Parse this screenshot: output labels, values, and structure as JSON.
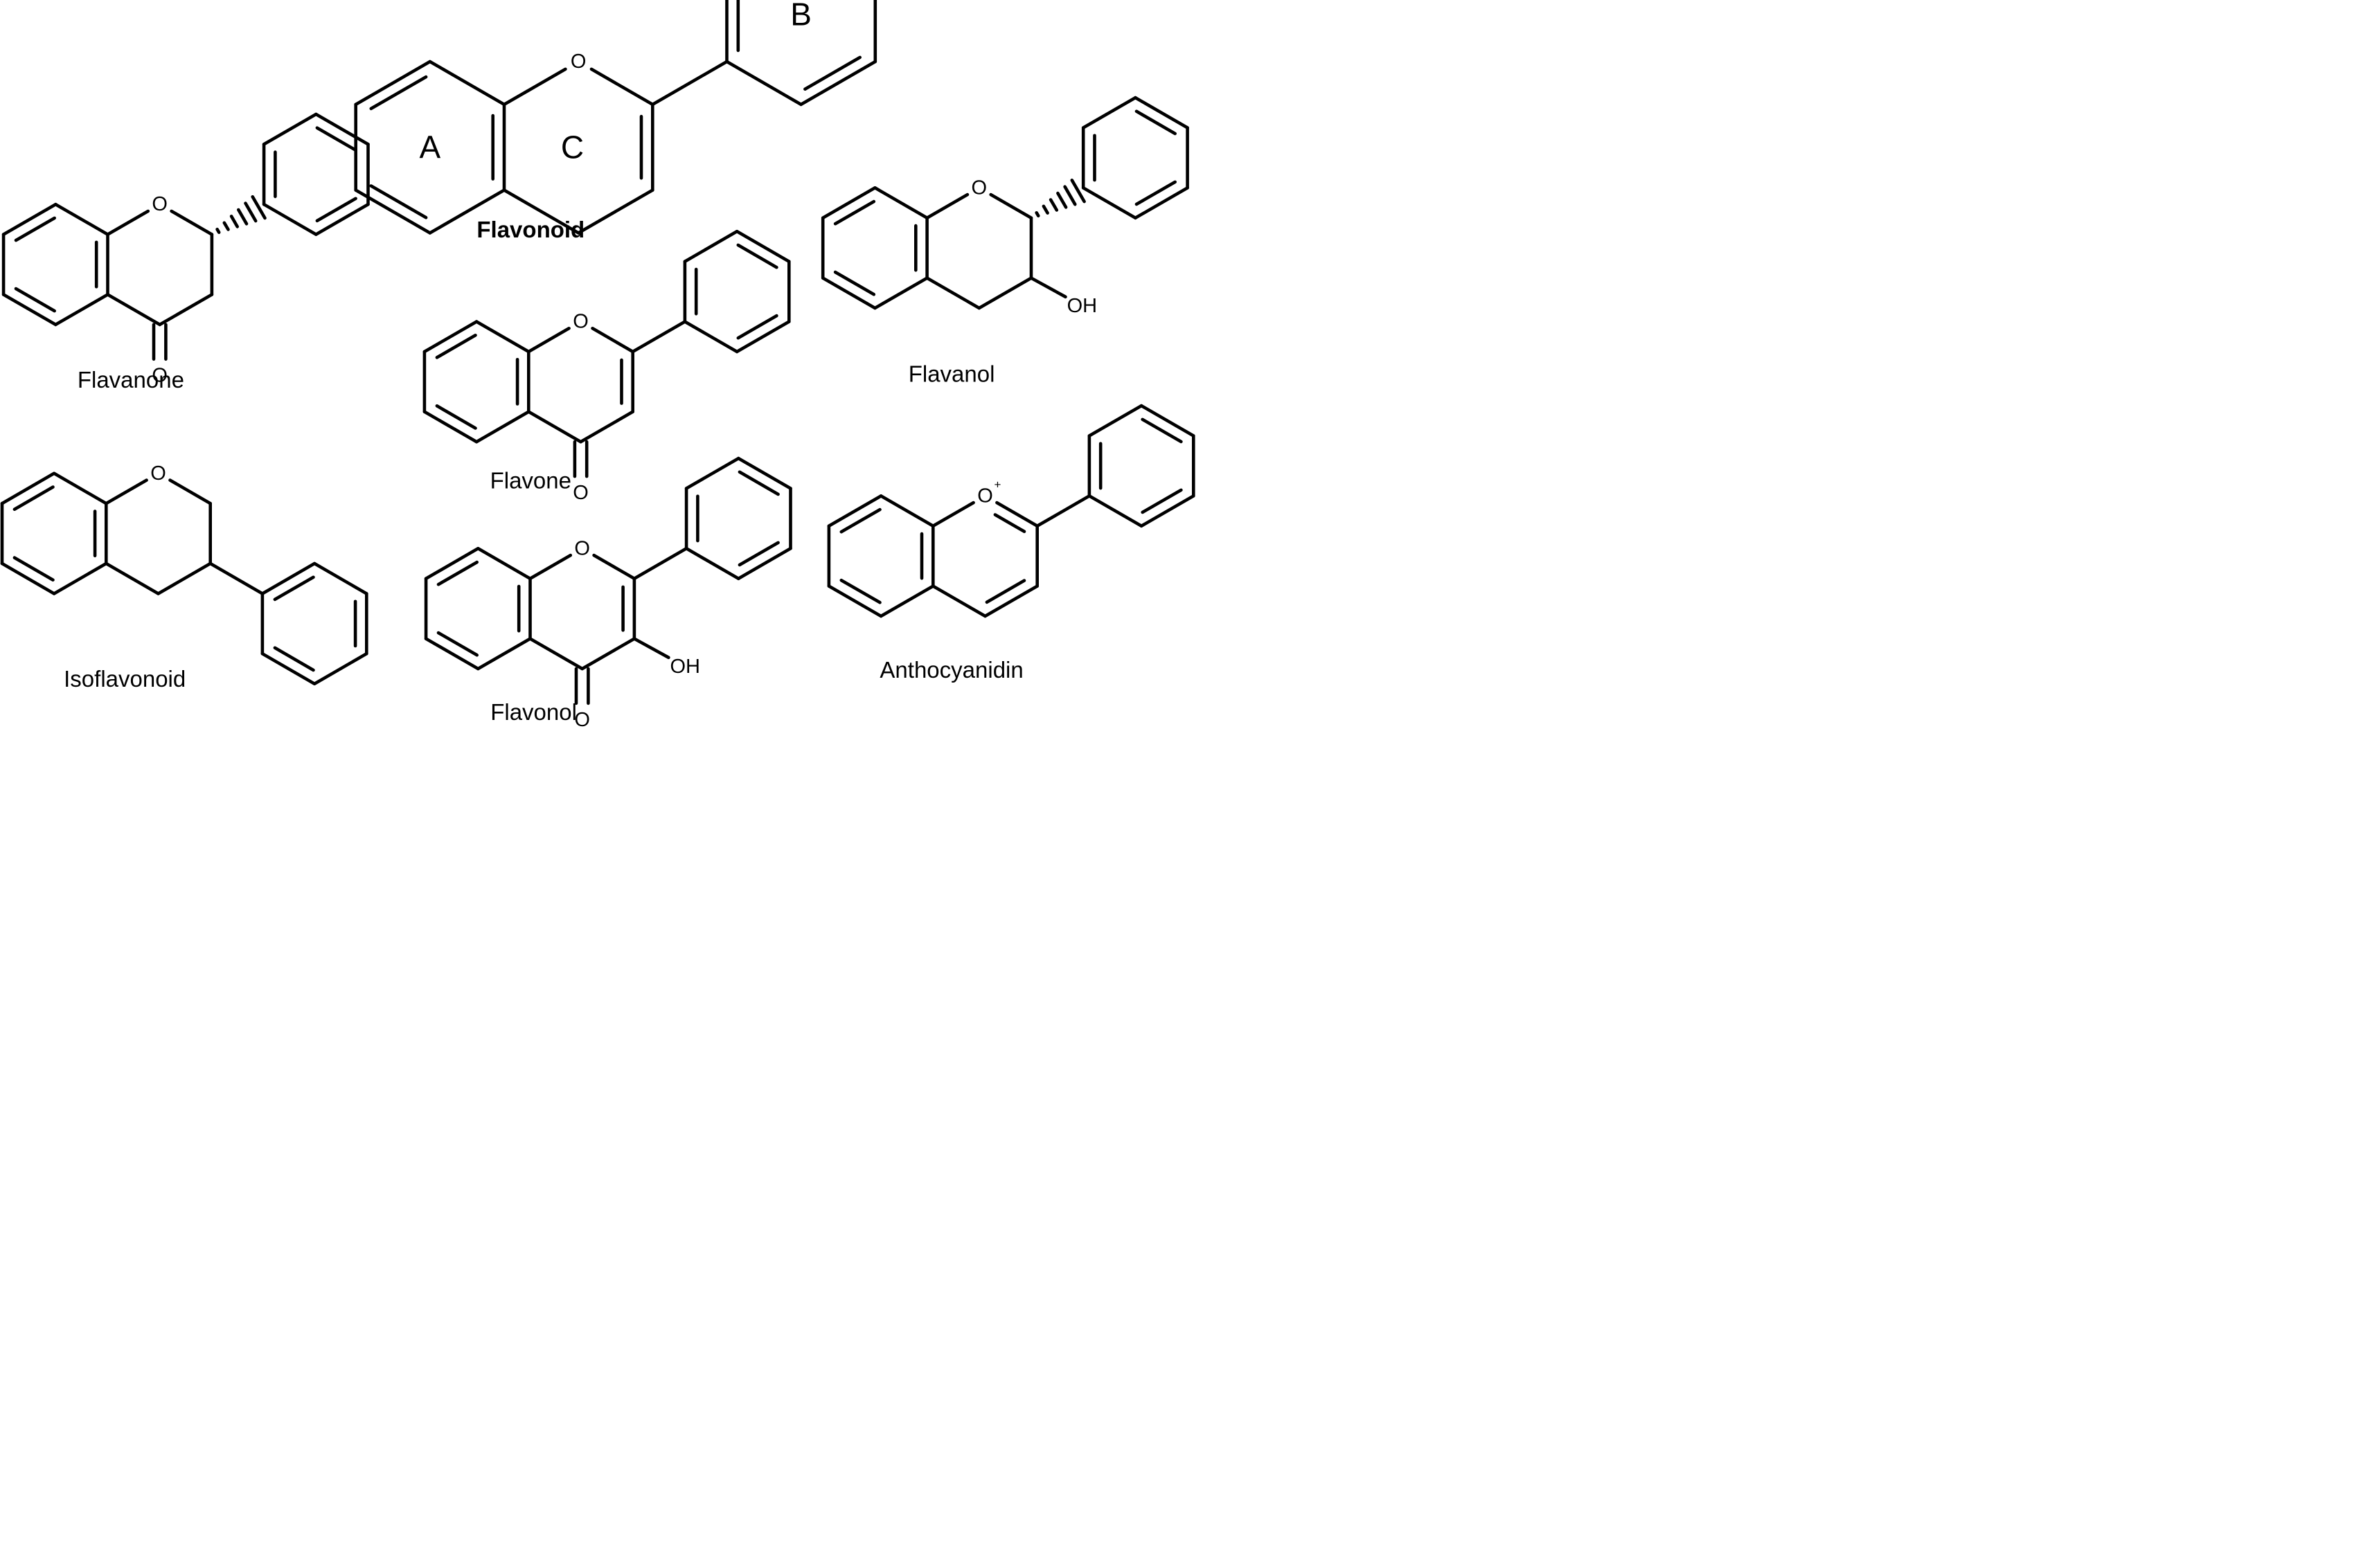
{
  "compounds": [
    {
      "id": "flavonoid",
      "name": "Flavonoid",
      "bold": true,
      "ring_labels": [
        "A",
        "C",
        "B"
      ]
    },
    {
      "id": "flavanone",
      "name": "Flavanone",
      "bold": false
    },
    {
      "id": "flavanol",
      "name": "Flavanol",
      "bold": false,
      "substituent": "OH"
    },
    {
      "id": "flavone",
      "name": "Flavone",
      "bold": false
    },
    {
      "id": "isoflavonoid",
      "name": "Isoflavonoid",
      "bold": false
    },
    {
      "id": "flavonol",
      "name": "Flavonol",
      "bold": false,
      "substituent": "OH"
    },
    {
      "id": "anthocyanidin",
      "name": "Anthocyanidin",
      "bold": false,
      "charge": "+"
    }
  ],
  "atoms": {
    "oxygen": "O",
    "hydroxyl": "OH"
  }
}
